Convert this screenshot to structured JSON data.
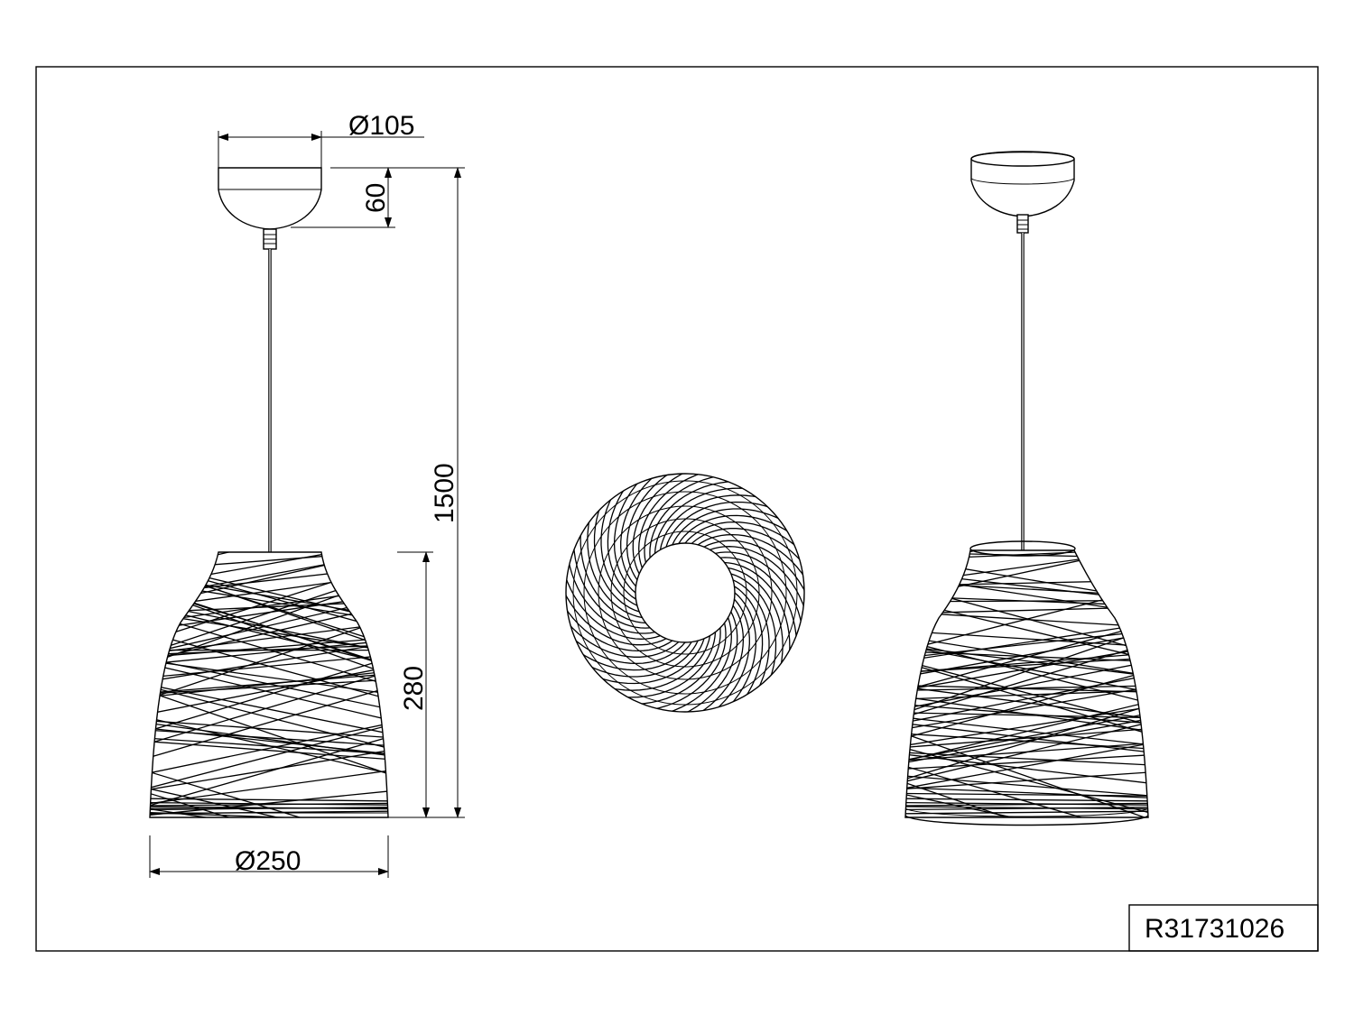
{
  "drawing": {
    "product_code": "R31731026",
    "dimensions": {
      "canopy_diameter": "Ø105",
      "canopy_height": "60",
      "total_height": "1500",
      "shade_height": "280",
      "shade_diameter": "Ø250"
    },
    "views": [
      "front-view",
      "bottom-view",
      "perspective-view"
    ]
  }
}
